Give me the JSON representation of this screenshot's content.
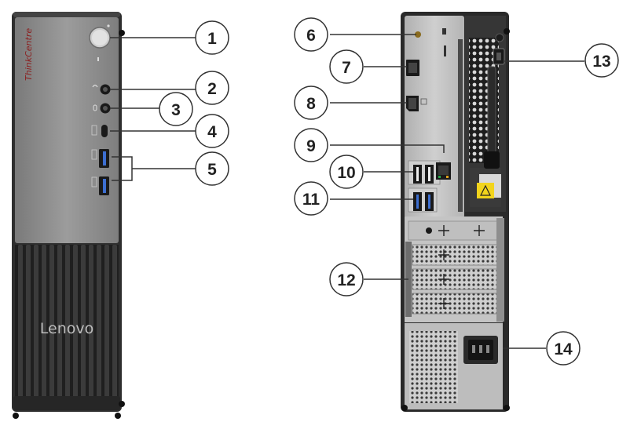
{
  "front": {
    "brand_vertical": "ThinkCentre",
    "logo": "Lenovo"
  },
  "callouts": [
    {
      "id": "callout-1",
      "label": "1"
    },
    {
      "id": "callout-2",
      "label": "2"
    },
    {
      "id": "callout-3",
      "label": "3"
    },
    {
      "id": "callout-4",
      "label": "4"
    },
    {
      "id": "callout-5",
      "label": "5"
    },
    {
      "id": "callout-6",
      "label": "6"
    },
    {
      "id": "callout-7",
      "label": "7"
    },
    {
      "id": "callout-8",
      "label": "8"
    },
    {
      "id": "callout-9",
      "label": "9"
    },
    {
      "id": "callout-10",
      "label": "10"
    },
    {
      "id": "callout-11",
      "label": "11"
    },
    {
      "id": "callout-12",
      "label": "12"
    },
    {
      "id": "callout-13",
      "label": "13"
    },
    {
      "id": "callout-14",
      "label": "14"
    }
  ],
  "icons": {
    "power": "power-button-icon",
    "headset": "headset-jack-icon",
    "microphone": "microphone-jack-icon",
    "usb_c": "usb-c-port-icon",
    "usb_a": "usb-a-port-icon",
    "hdmi": "hdmi-port-icon",
    "displayport": "displayport-icon",
    "ethernet": "ethernet-port-icon",
    "power_connector": "ac-power-connector-icon",
    "security_slot": "security-lock-slot-icon",
    "warning": "warning-triangle-icon"
  },
  "colors": {
    "front_panel": "#8e8e8e",
    "chassis_dark": "#2a2a2a",
    "rear_panel": "#bdbdbd",
    "warning_yellow": "#f2d41c",
    "callout_stroke": "#333333"
  }
}
